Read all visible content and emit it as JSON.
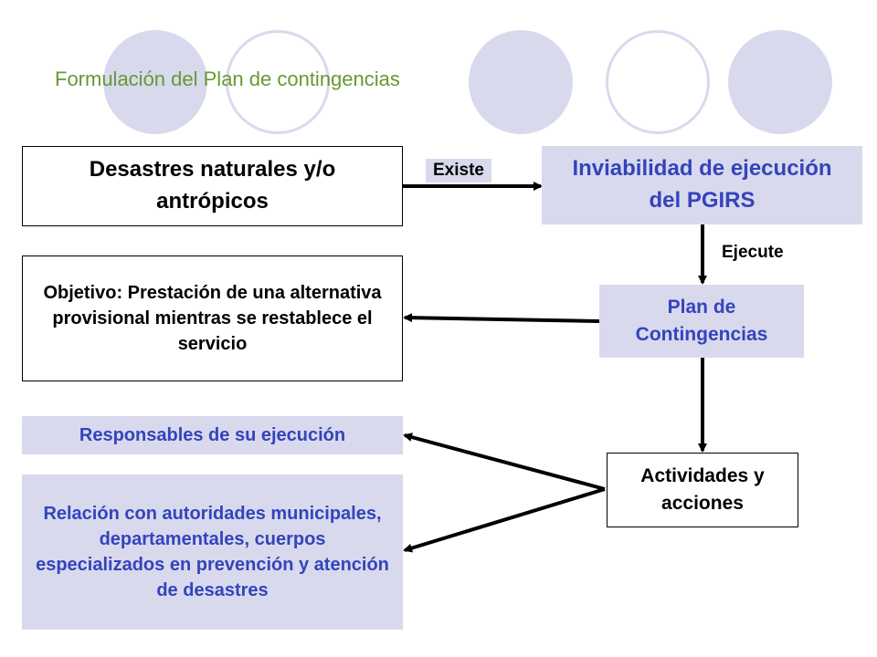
{
  "title": "Formulación del Plan de contingencias",
  "nodes": {
    "desastres": "Desastres naturales y/o antrópicos",
    "inviabilidad": "Inviabilidad de ejecución del PGIRS",
    "objetivo": "Objetivo: Prestación de una alternativa provisional mientras se restablece el servicio",
    "plan": "Plan de Contingencias",
    "responsables": "Responsables de su ejecución",
    "relacion": "Relación con autoridades municipales, departamentales, cuerpos especializados en prevención y atención de desastres",
    "actividades": "Actividades y acciones"
  },
  "edge_labels": {
    "existe": "Existe",
    "ejecute": "Ejecute"
  },
  "colors": {
    "accent_text": "#3344bb",
    "box_fill": "#d9d9ee",
    "title": "#669933"
  }
}
